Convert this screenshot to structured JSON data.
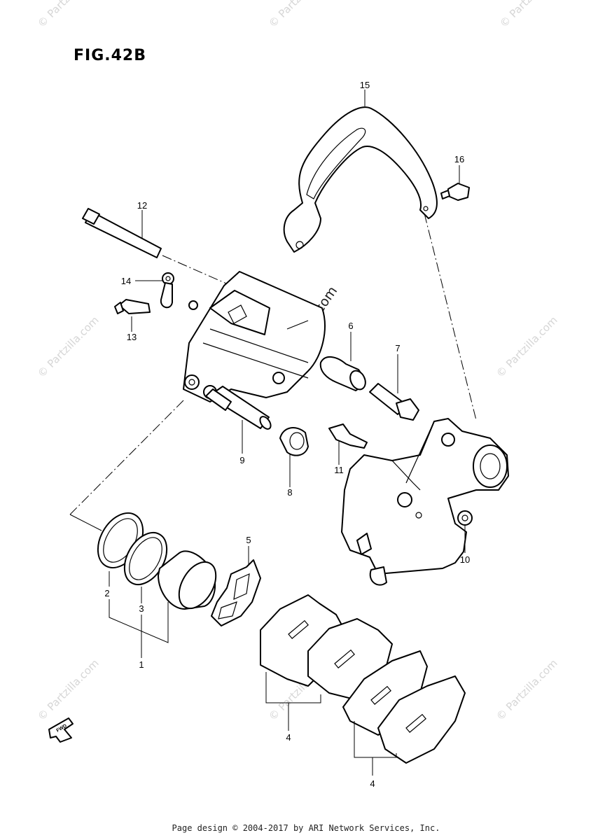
{
  "figure": {
    "title": "FIG.42B"
  },
  "callouts": [
    "1",
    "2",
    "3",
    "4",
    "4",
    "5",
    "6",
    "7",
    "8",
    "9",
    "10",
    "11",
    "12",
    "13",
    "14",
    "15",
    "16"
  ],
  "fwd_label": "FWD",
  "watermark": {
    "small": "© Partzilla.com",
    "center": "© Partzilla.com"
  },
  "footer": {
    "text": "Page design © 2004-2017 by ARI Network Services, Inc."
  }
}
